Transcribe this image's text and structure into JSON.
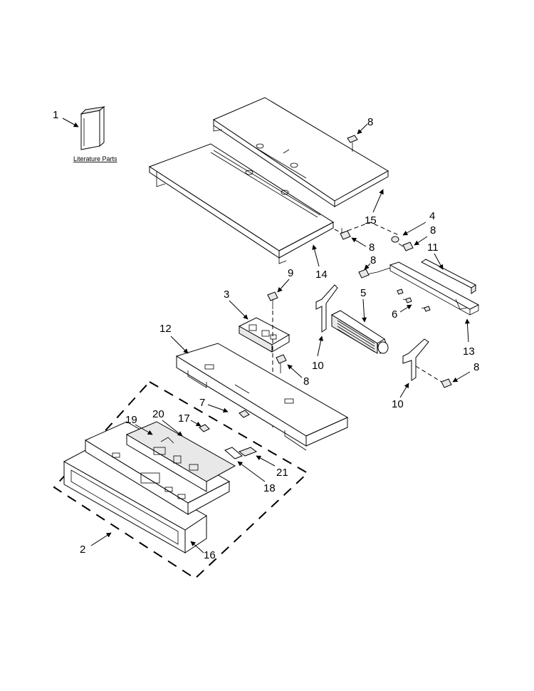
{
  "literature_label": "Literature Parts",
  "callouts": {
    "c1": "1",
    "c2": "2",
    "c3": "3",
    "c4": "4",
    "c5": "5",
    "c6": "6",
    "c7": "7",
    "c8a": "8",
    "c8b": "8",
    "c8c": "8",
    "c8d": "8",
    "c8e": "8",
    "c9": "9",
    "c10a": "10",
    "c10b": "10",
    "c11": "11",
    "c12": "12",
    "c13": "13",
    "c14": "14",
    "c15": "15",
    "c16": "16",
    "c17": "17",
    "c18": "18",
    "c19": "19",
    "c20": "20",
    "c21": "21"
  }
}
